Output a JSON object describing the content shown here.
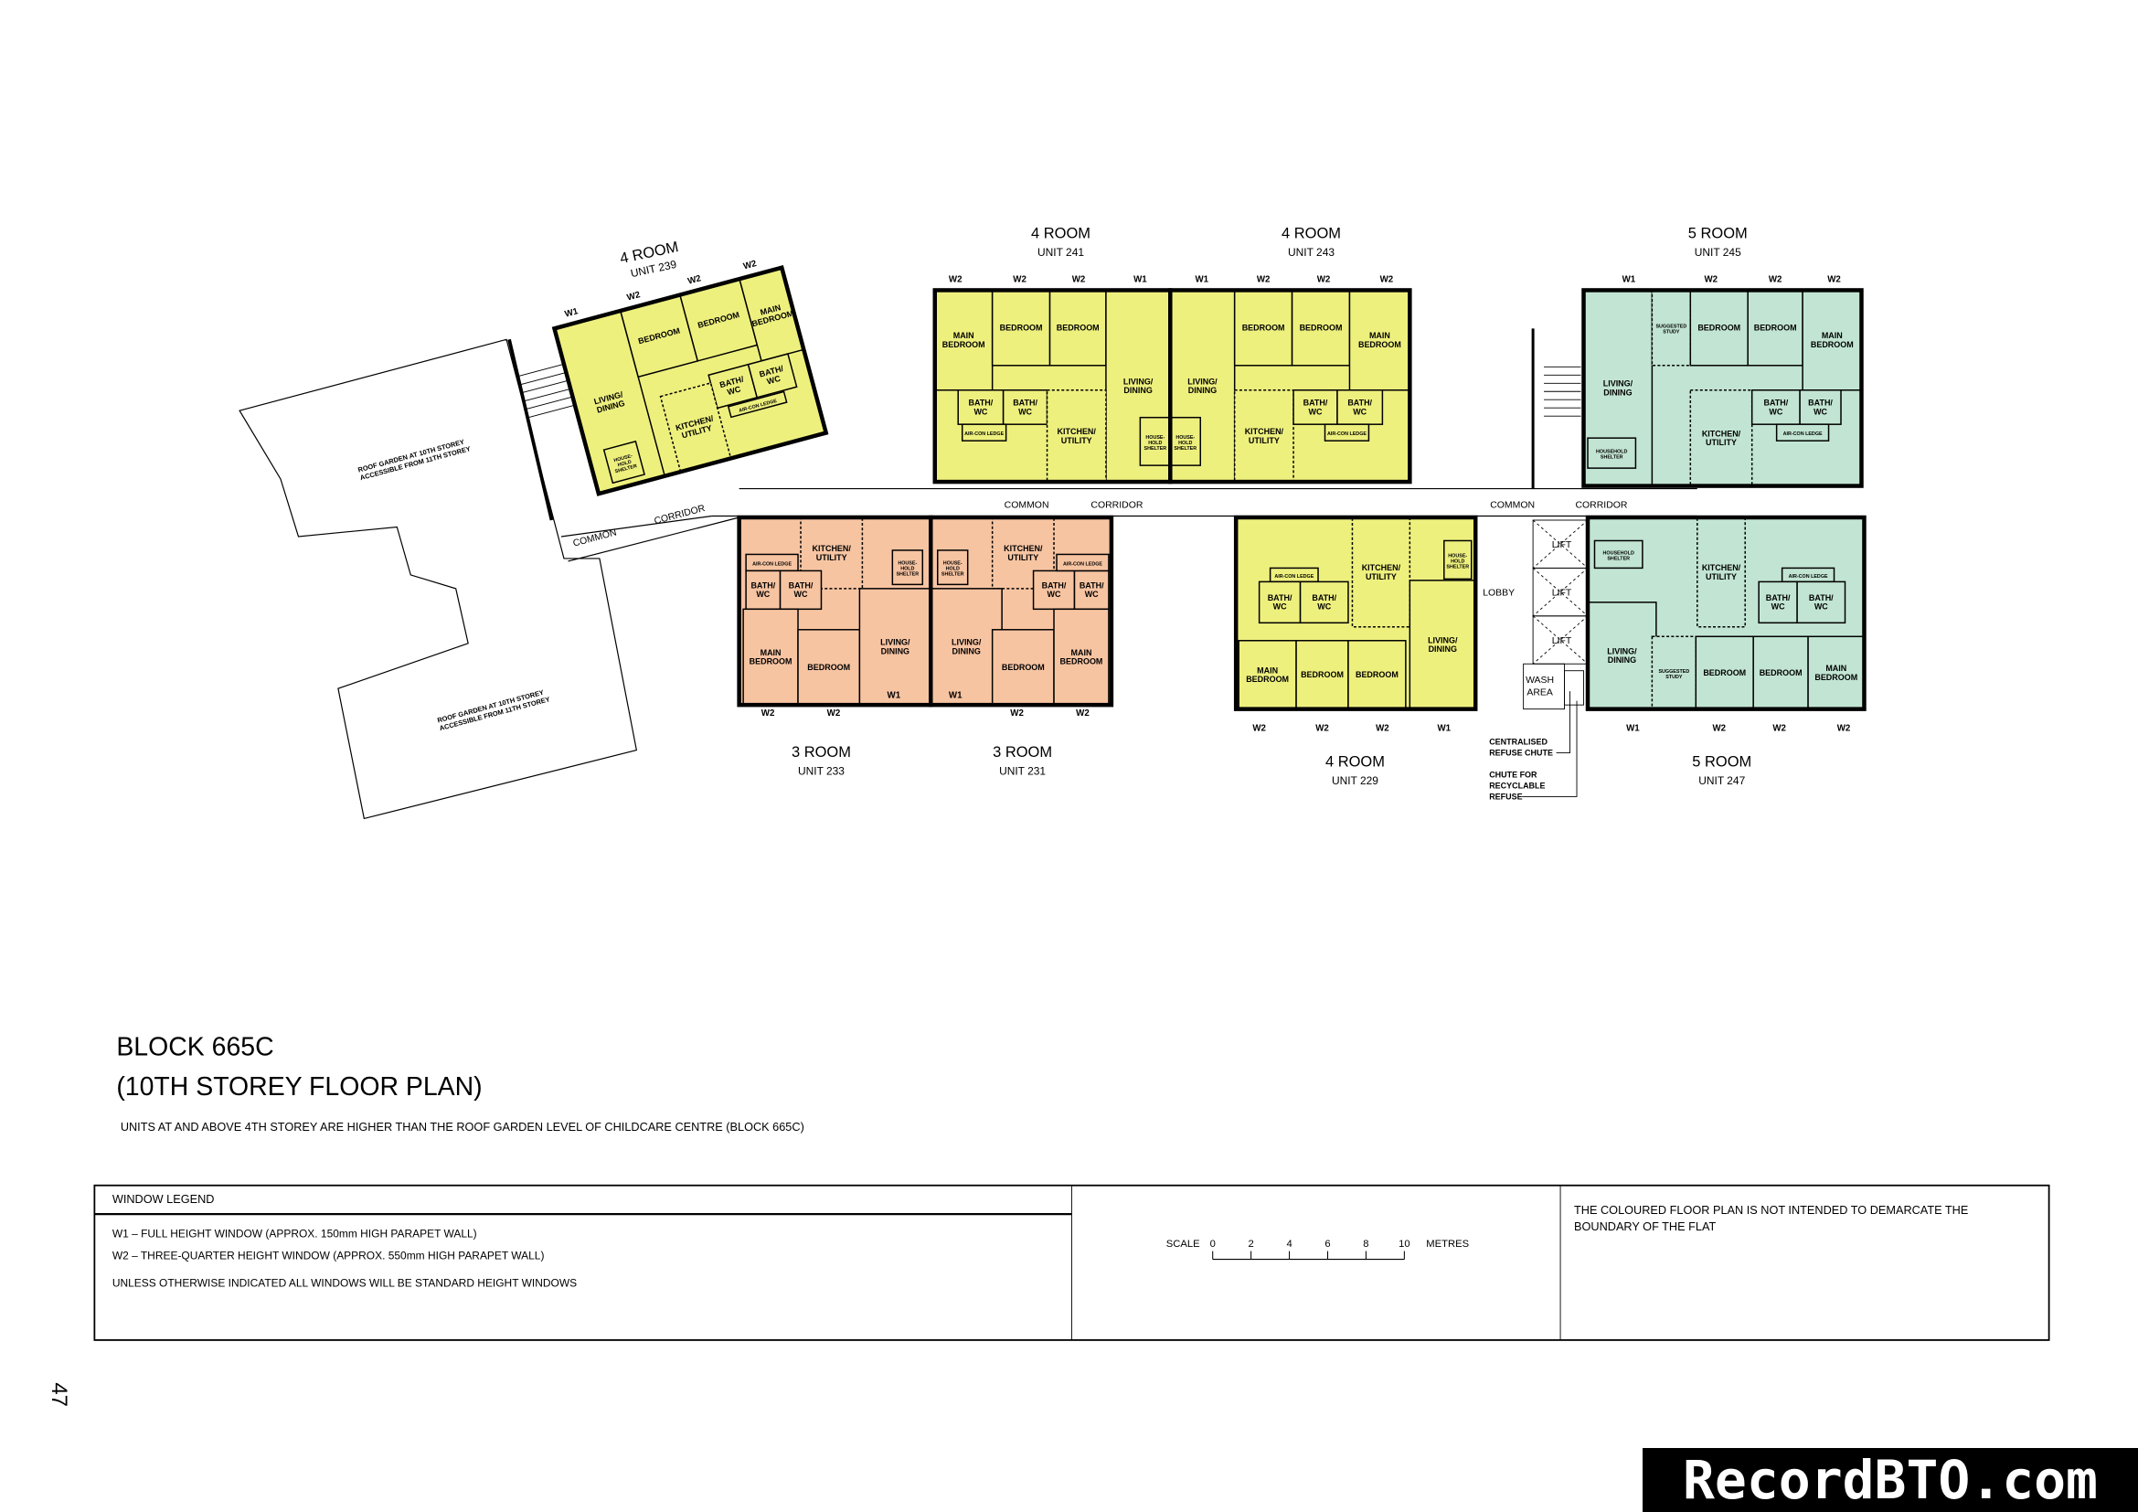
{
  "colors": {
    "four_room": "#eef07e",
    "three_room": "#f7c4a2",
    "five_room": "#c2e5d3",
    "ink": "#000000"
  },
  "units": [
    {
      "type": "4 ROOM",
      "unit": "UNIT 239",
      "rooms": [
        "LIVING/\nDINING",
        "BEDROOM",
        "BEDROOM",
        "MAIN\nBEDROOM",
        "BATH/\nWC",
        "BATH/\nWC",
        "KITCHEN/\nUTILITY",
        "HOUSE-\nHOLD\nSHELTER",
        "AIR-CON LEDGE"
      ],
      "windows": [
        "W1",
        "W2",
        "W2",
        "W2"
      ]
    },
    {
      "type": "4 ROOM",
      "unit": "UNIT 241",
      "rooms": [
        "MAIN\nBEDROOM",
        "BEDROOM",
        "BEDROOM",
        "LIVING/\nDINING",
        "BATH/\nWC",
        "BATH/\nWC",
        "KITCHEN/\nUTILITY",
        "HOUSE-\nHOLD\nSHELTER",
        "AIR-CON LEDGE"
      ],
      "windows": [
        "W2",
        "W2",
        "W2",
        "W1"
      ]
    },
    {
      "type": "4 ROOM",
      "unit": "UNIT 243",
      "rooms": [
        "LIVING/\nDINING",
        "BEDROOM",
        "BEDROOM",
        "MAIN\nBEDROOM",
        "KITCHEN/\nUTILITY",
        "BATH/\nWC",
        "BATH/\nWC",
        "HOUSE-\nHOLD\nSHELTER",
        "AIR-CON LEDGE"
      ],
      "windows": [
        "W1",
        "W2",
        "W2",
        "W2"
      ]
    },
    {
      "type": "5 ROOM",
      "unit": "UNIT 245",
      "rooms": [
        "LIVING/\nDINING",
        "SUGGESTED\nSTUDY",
        "BEDROOM",
        "BEDROOM",
        "MAIN\nBEDROOM",
        "KITCHEN/\nUTILITY",
        "BATH/\nWC",
        "BATH/\nWC",
        "HOUSEHOLD\nSHELTER",
        "AIR-CON LEDGE"
      ],
      "windows": [
        "W1",
        "W2",
        "W2",
        "W2"
      ]
    },
    {
      "type": "3 ROOM",
      "unit": "UNIT 233",
      "rooms": [
        "KITCHEN/\nUTILITY",
        "AIR-CON LEDGE",
        "BATH/\nWC",
        "BATH/\nWC",
        "HOUSE-\nHOLD\nSHELTER",
        "MAIN\nBEDROOM",
        "BEDROOM",
        "LIVING/\nDINING"
      ],
      "windows": [
        "W2",
        "W2",
        "W1"
      ]
    },
    {
      "type": "3 ROOM",
      "unit": "UNIT 231",
      "rooms": [
        "HOUSE-\nHOLD\nSHELTER",
        "KITCHEN/\nUTILITY",
        "BATH/\nWC",
        "BATH/\nWC",
        "AIR-CON LEDGE",
        "LIVING/\nDINING",
        "BEDROOM",
        "MAIN\nBEDROOM"
      ],
      "windows": [
        "W1",
        "W2",
        "W2"
      ]
    },
    {
      "type": "4 ROOM",
      "unit": "UNIT 229",
      "rooms": [
        "KITCHEN/\nUTILITY",
        "HOUSE-\nHOLD\nSHELTER",
        "AIR-CON LEDGE",
        "BATH/\nWC",
        "BATH/\nWC",
        "MAIN\nBEDROOM",
        "BEDROOM",
        "BEDROOM",
        "LIVING/\nDINING"
      ],
      "windows": [
        "W2",
        "W2",
        "W2",
        "W1"
      ]
    },
    {
      "type": "5 ROOM",
      "unit": "UNIT 247",
      "rooms": [
        "HOUSEHOLD\nSHELTER",
        "KITCHEN/\nUTILITY",
        "AIR-CON LEDGE",
        "BATH/\nWC",
        "BATH/\nWC",
        "LIVING/\nDINING",
        "SUGGESTED\nSTUDY",
        "BEDROOM",
        "BEDROOM",
        "MAIN\nBEDROOM"
      ],
      "windows": [
        "W1",
        "W2",
        "W2",
        "W2"
      ]
    }
  ],
  "common_labels": {
    "common": "COMMON",
    "corridor": "CORRIDOR",
    "lobby": "LOBBY",
    "lift": "LIFT",
    "wash_area": "WASH\nAREA",
    "refuse_chute": "CENTRALISED\nREFUSE CHUTE",
    "recyclable_chute": "CHUTE FOR\nRECYCLABLE\nREFUSE",
    "roof_garden": "ROOF GARDEN AT 10TH STOREY\nACCESSIBLE FROM 11TH STOREY"
  },
  "block": {
    "title": "BLOCK 665C",
    "subtitle": "(10TH STOREY FLOOR PLAN)",
    "note": "UNITS AT AND ABOVE 4TH STOREY ARE HIGHER THAN THE ROOF GARDEN LEVEL OF CHILDCARE CENTRE (BLOCK 665C)"
  },
  "legend": {
    "title": "WINDOW LEGEND",
    "items": [
      "W1  –  FULL HEIGHT WINDOW (APPROX. 150mm HIGH PARAPET WALL)",
      "W2  –  THREE-QUARTER HEIGHT WINDOW (APPROX. 550mm HIGH PARAPET WALL)",
      "UNLESS OTHERWISE INDICATED ALL WINDOWS WILL BE STANDARD HEIGHT WINDOWS"
    ]
  },
  "scale": {
    "label": "SCALE",
    "ticks": [
      "0",
      "2",
      "4",
      "6",
      "8",
      "10"
    ],
    "unit": "METRES"
  },
  "disclaimer": "THE COLOURED FLOOR PLAN IS NOT INTENDED TO DEMARCATE THE BOUNDARY OF THE FLAT",
  "page_number": "47",
  "watermark": "RecordBTO.com"
}
